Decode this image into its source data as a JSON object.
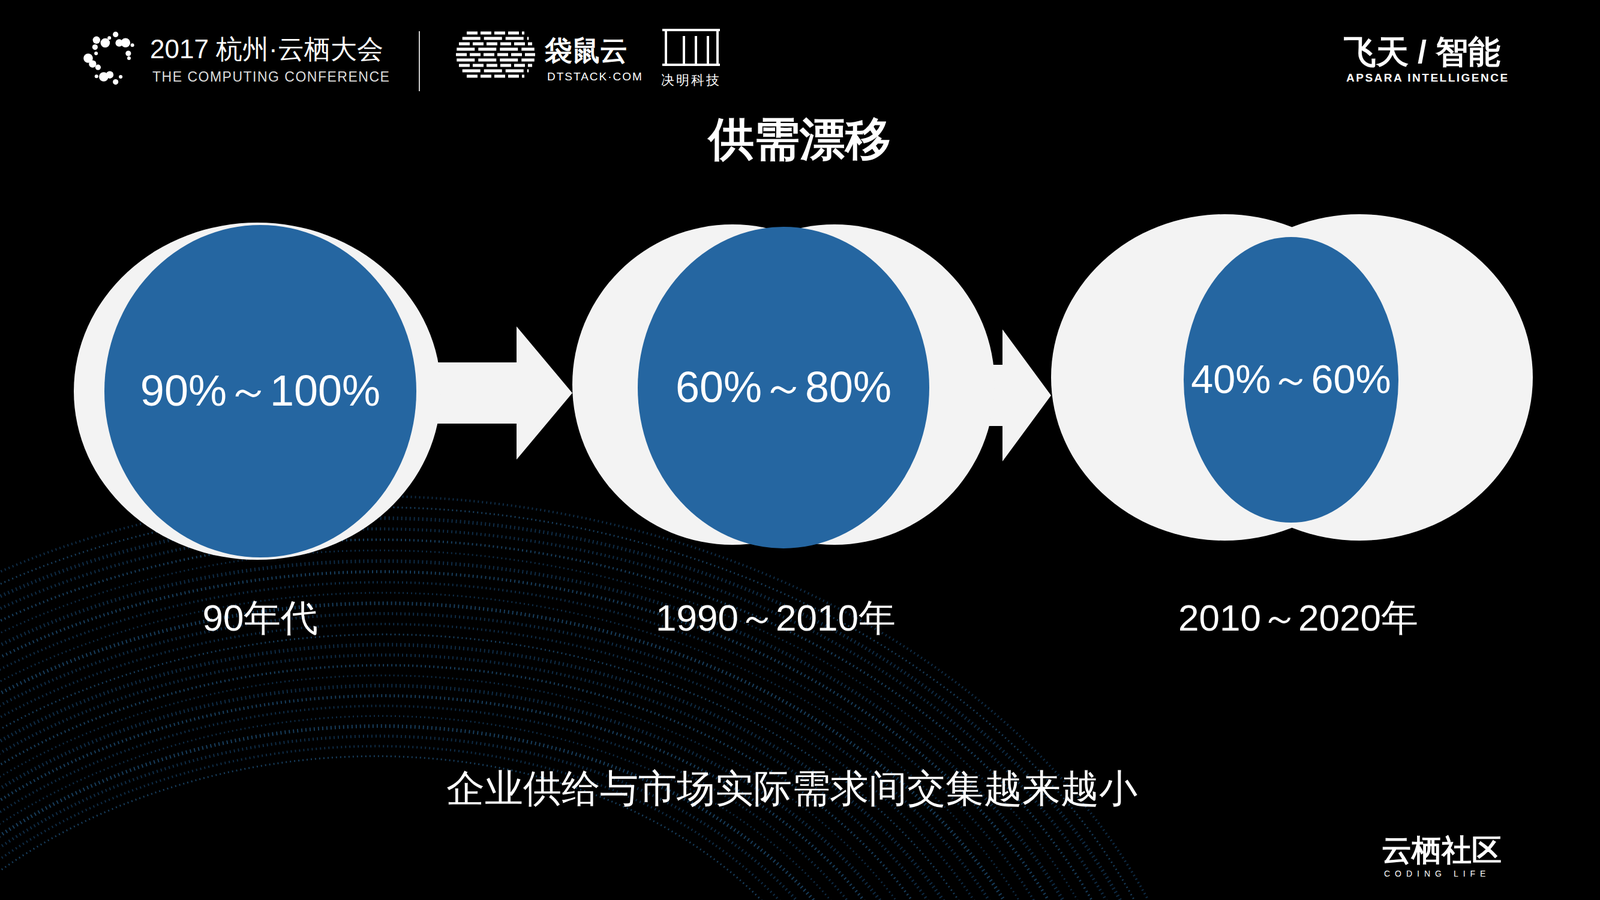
{
  "diagram": {
    "title": "供需漂移",
    "caption": "企业供给与市场实际需求间交集越来越小",
    "nodes": [
      {
        "text": [
          "90%～100%"
        ]
      },
      {
        "text": [
          "60%～80%"
        ]
      },
      {
        "text": [
          "40%～60%"
        ]
      }
    ],
    "edges": [
      {
        "from": 0,
        "to": 1,
        "arrow": "to"
      },
      {
        "from": 1,
        "to": 2,
        "arrow": "to"
      }
    ],
    "labels": [
      "2017 杭州·云栖大会",
      "THE COMPUTING CONFERENCE",
      "袋鼠云",
      "DTSTACK·COM",
      "决明科技",
      "飞天 / 智能",
      "APSARA INTELLIGENCE",
      "90年代",
      "1990～2010年",
      "2010～2020年",
      "云栖社区",
      "CODING LIFE"
    ]
  }
}
